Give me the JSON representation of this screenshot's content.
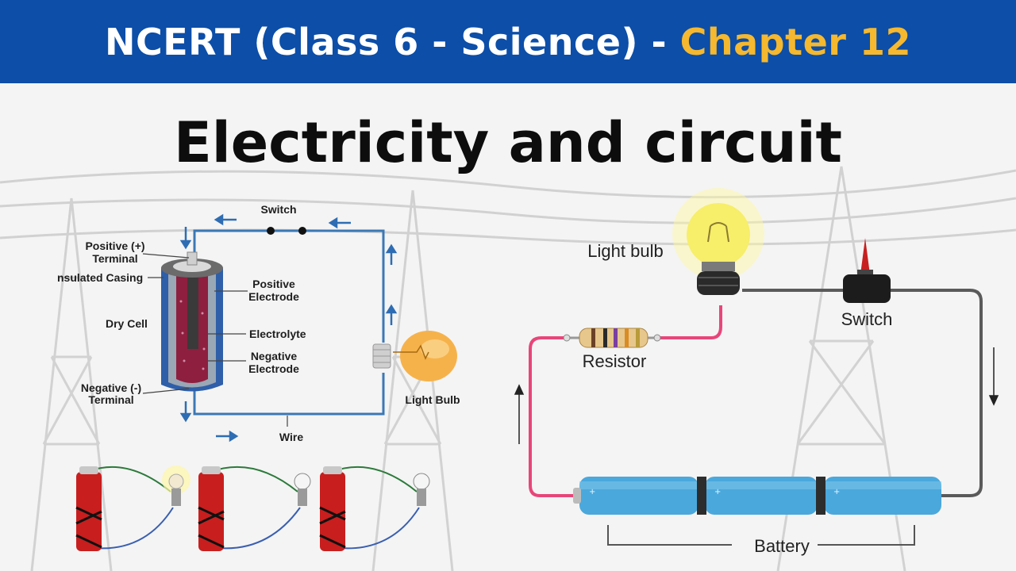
{
  "header": {
    "title_main": "NCERT (Class 6 - Science) - ",
    "title_highlight": "Chapter 12"
  },
  "page_title": "Electricity and circuit",
  "dry_cell_diagram": {
    "labels": {
      "switch": "Switch",
      "positive_terminal_line1": "Positive (+)",
      "positive_terminal_line2": "Terminal",
      "insulated_casing": "nsulated Casing",
      "dry_cell": "Dry Cell",
      "positive_electrode_line1": "Positive",
      "positive_electrode_line2": "Electrode",
      "electrolyte": "Electrolyte",
      "negative_electrode_line1": "Negative",
      "negative_electrode_line2": "Electrode",
      "negative_terminal_line1": "Negative (-)",
      "negative_terminal_line2": "Terminal",
      "light_bulb": "Light Bulb",
      "wire": "Wire"
    },
    "colors": {
      "wire": "#3b78b5",
      "cell": "#2e5fa8",
      "electrolyte": "#8e1f3f",
      "bulb": "#f6b24a"
    }
  },
  "series_circuit_diagram": {
    "labels": {
      "light_bulb": "Light bulb",
      "switch": "Switch",
      "resistor": "Resistor",
      "battery": "Battery"
    },
    "colors": {
      "wire_red": "#e8457a",
      "wire_gray": "#5a5a5a",
      "battery": "#4aa8dc",
      "bulb": "#f7ee6a"
    }
  },
  "cells_photo": {
    "colors": {
      "cell": "#c81e1e",
      "cap": "#c8c8c8"
    }
  }
}
